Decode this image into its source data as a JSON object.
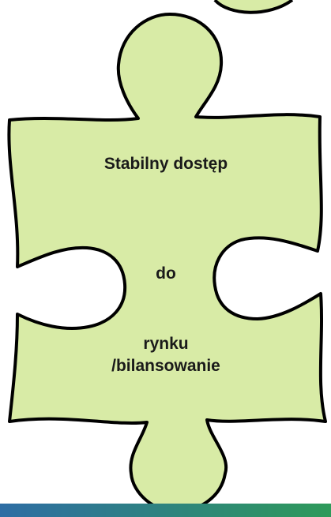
{
  "piece": {
    "text_line_1": "Stabilny dostęp",
    "text_line_2": "do",
    "text_line_3": "rynku",
    "text_line_4": "/bilansowanie"
  },
  "colors": {
    "piece_fill": "#d8eba6",
    "piece_stroke": "#000000",
    "band_left": "#2e6da4",
    "band_right": "#2e9a5a"
  }
}
